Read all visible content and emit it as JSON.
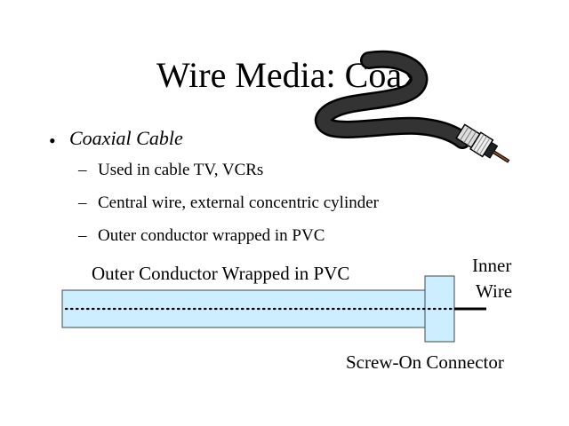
{
  "slide": {
    "title": "Wire Media: Coax",
    "bullet": "Coaxial Cable",
    "bullet_glyph": "•",
    "sub_dash": "–",
    "sub_items": [
      "Used in cable TV, VCRs",
      "Central wire, external concentric cylinder",
      "Outer conductor wrapped in PVC"
    ]
  },
  "diagram": {
    "outer_label": "Outer Conductor Wrapped in PVC",
    "inner_label_line1": "Inner",
    "inner_label_line2": "Wire",
    "connector_label": "Screw-On Connector",
    "pvc_color": "#cceeff",
    "border_color": "#3a4a55"
  },
  "clipart": {
    "name": "coax-cable-clipart",
    "cable_color": "#333333"
  }
}
